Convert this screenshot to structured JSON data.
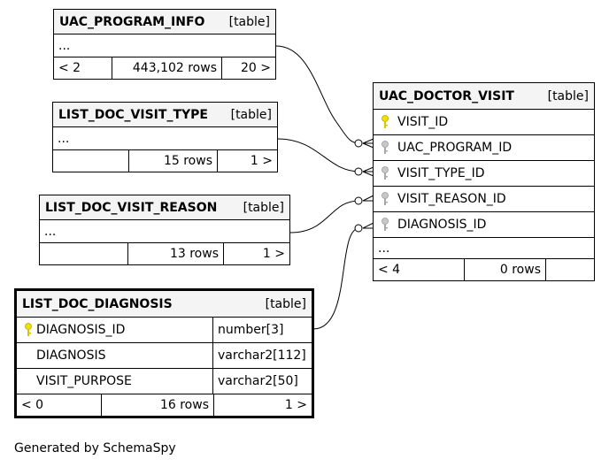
{
  "tables": {
    "uac_program_info": {
      "name": "UAC_PROGRAM_INFO",
      "kind": "[table]",
      "ellipsis": "...",
      "footer": [
        "< 2",
        "443,102 rows",
        "20 >"
      ]
    },
    "list_doc_visit_type": {
      "name": "LIST_DOC_VISIT_TYPE",
      "kind": "[table]",
      "ellipsis": "...",
      "footer": [
        "",
        "15 rows",
        "1 >"
      ]
    },
    "list_doc_visit_reason": {
      "name": "LIST_DOC_VISIT_REASON",
      "kind": "[table]",
      "ellipsis": "...",
      "footer": [
        "",
        "13 rows",
        "1 >"
      ]
    },
    "list_doc_diagnosis": {
      "name": "LIST_DOC_DIAGNOSIS",
      "kind": "[table]",
      "columns": [
        {
          "name": "DIAGNOSIS_ID",
          "type": "number[3]",
          "key": "primary"
        },
        {
          "name": "DIAGNOSIS",
          "type": "varchar2[112]",
          "key": "none"
        },
        {
          "name": "VISIT_PURPOSE",
          "type": "varchar2[50]",
          "key": "none"
        }
      ],
      "footer": [
        "< 0",
        "16 rows",
        "1 >"
      ]
    },
    "uac_doctor_visit": {
      "name": "UAC_DOCTOR_VISIT",
      "kind": "[table]",
      "columns": [
        {
          "name": "VISIT_ID",
          "key": "primary"
        },
        {
          "name": "UAC_PROGRAM_ID",
          "key": "foreign"
        },
        {
          "name": "VISIT_TYPE_ID",
          "key": "foreign"
        },
        {
          "name": "VISIT_REASON_ID",
          "key": "foreign"
        },
        {
          "name": "DIAGNOSIS_ID",
          "key": "foreign"
        }
      ],
      "ellipsis": "...",
      "footer": [
        "< 4",
        "0 rows",
        ""
      ]
    }
  },
  "colors": {
    "primary_key": "#f0e000",
    "foreign_key": "#b8b8b8",
    "header_bg": "#f4f4f4"
  },
  "generated_by": "Generated by SchemaSpy"
}
